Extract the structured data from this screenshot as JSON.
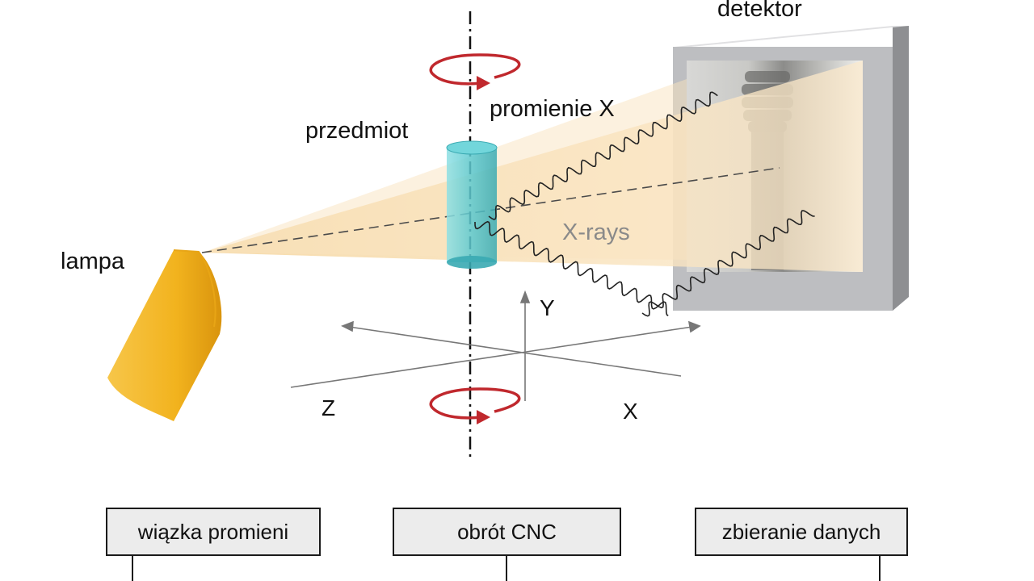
{
  "labels": {
    "detector": "detektor",
    "rays_pl": "promienie X",
    "object": "przedmiot",
    "lamp": "lampa",
    "rays_en": "X-rays",
    "axis_y": "Y",
    "axis_z": "Z",
    "axis_x": "X"
  },
  "boxes": [
    {
      "text": "wiązka promieni"
    },
    {
      "text": "obrót CNC"
    },
    {
      "text": "zbieranie danych"
    }
  ],
  "colors": {
    "beam": "#f6d9a6",
    "lamp": "#f2b31e",
    "object": "#5cc9cf",
    "rotation_arrow": "#c0282d",
    "detector_frame": "#bdbec1",
    "box_fill": "#ececec"
  }
}
